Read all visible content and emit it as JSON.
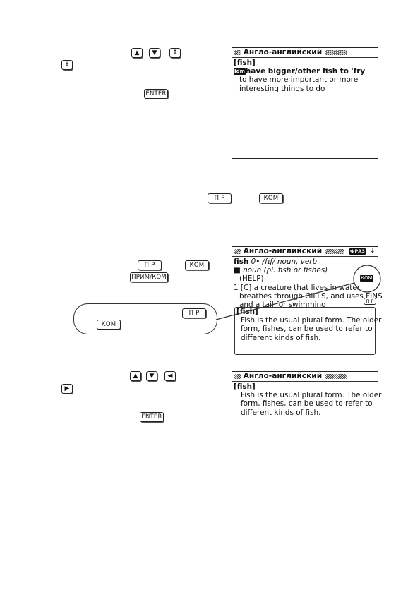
{
  "keys": {
    "up": "▲",
    "down": "▼",
    "page_up": "⇞",
    "page_down": "⇟",
    "left": "◀",
    "right": "▶",
    "enter": "ENTER",
    "pr": "П Р",
    "kom": "КОМ",
    "prim_kom": "ПРИМ/КОМ"
  },
  "screen1": {
    "title": "Англо-английский",
    "headword": "[fish]",
    "tag": "Idm",
    "line1": "have bigger/other fish to 'fry",
    "line2": "to have more important or more",
    "line3": "interesting things to do"
  },
  "screen2": {
    "title": "Англо-английский",
    "badge": "ФРАЗ",
    "scroll_icon": "⇣",
    "headword": "fish",
    "phon": " 0• /fɪʃ/ noun, verb",
    "pos_line": "■ noun (pl. fish or fishes)",
    "help": "(HELP)",
    "kom_badge": "КОМ",
    "def1": "1 [C] a creature that lives in water,",
    "def2": "breathes through GILLS, and uses FINS",
    "def3": "and a tail for swimming",
    "pr_badge": "П Р",
    "note_head": "[fish]",
    "note1": "Fish is the usual plural form. The older",
    "note2": "form, fishes, can be used to refer to",
    "note3": "different kinds of fish."
  },
  "screen3": {
    "title": "Англо-английский",
    "headword": "[fish]",
    "line1": "Fish is the usual plural form. The older",
    "line2": "form, fishes, can be used to refer to",
    "line3": "different kinds of fish."
  },
  "colors": {
    "ink": "#111111",
    "paper": "#ffffff"
  }
}
